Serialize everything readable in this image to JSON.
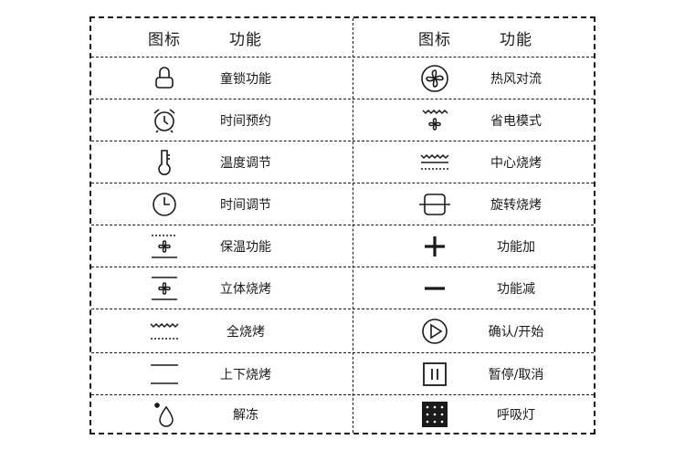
{
  "header": {
    "left": {
      "icon_col": "图标",
      "func_col": "功能"
    },
    "right": {
      "icon_col": "图标",
      "func_col": "功能"
    }
  },
  "rows": [
    {
      "left": {
        "icon": "lock-icon",
        "label": "童锁功能"
      },
      "right": {
        "icon": "convection-fan-icon",
        "label": "热风对流"
      }
    },
    {
      "left": {
        "icon": "alarm-clock-icon",
        "label": "时间预约"
      },
      "right": {
        "icon": "eco-fan-icon",
        "label": "省电模式"
      }
    },
    {
      "left": {
        "icon": "thermometer-icon",
        "label": "温度调节"
      },
      "right": {
        "icon": "center-grill-icon",
        "label": "中心烧烤"
      }
    },
    {
      "left": {
        "icon": "clock-icon",
        "label": "时间调节"
      },
      "right": {
        "icon": "rotisserie-icon",
        "label": "旋转烧烤"
      }
    },
    {
      "left": {
        "icon": "keep-warm-fan-icon",
        "label": "保温功能"
      },
      "right": {
        "icon": "plus-icon",
        "label": "功能加"
      }
    },
    {
      "left": {
        "icon": "3d-bake-fan-icon",
        "label": "立体烧烤"
      },
      "right": {
        "icon": "minus-icon",
        "label": "功能减"
      }
    },
    {
      "left": {
        "icon": "full-grill-icon",
        "label": "全烧烤"
      },
      "right": {
        "icon": "play-icon",
        "label": "确认/开始"
      }
    },
    {
      "left": {
        "icon": "top-bottom-heat-icon",
        "label": "上下烧烤"
      },
      "right": {
        "icon": "pause-icon",
        "label": "暂停/取消"
      }
    },
    {
      "left": {
        "icon": "defrost-icon",
        "label": "解冻"
      },
      "right": {
        "icon": "breathing-light-icon",
        "label": "呼吸灯"
      }
    }
  ]
}
